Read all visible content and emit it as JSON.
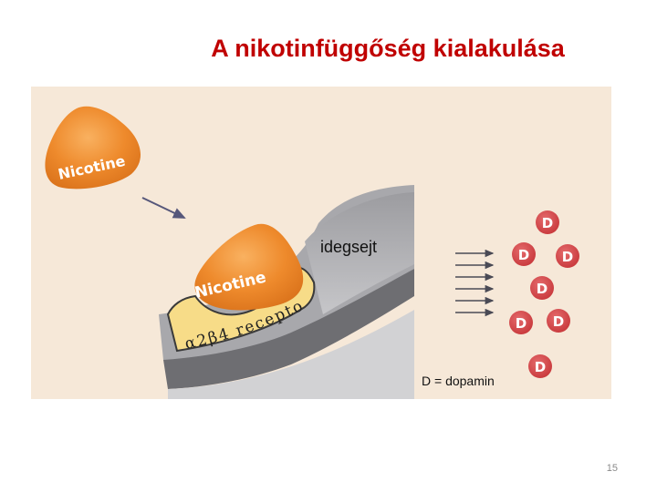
{
  "slide": {
    "title": "A nikotinfüggőség kialakulása",
    "page_number": "15"
  },
  "diagram": {
    "nicotine_label_free": "Nicotine",
    "nicotine_label_bound": "Nicotine",
    "neuron_label": "idegsejt",
    "receptor_label": "α2β4 receptor",
    "dopamine_symbol": "D",
    "legend": "D = dopamin",
    "colors": {
      "background": "#f6e8d8",
      "nicotine_orange": "#ee8a2c",
      "receptor_yellow": "#f7dc88",
      "cell_gray": "#b7b7ba",
      "dopamine_red": "#d3494b",
      "title_red": "#c00000"
    }
  }
}
